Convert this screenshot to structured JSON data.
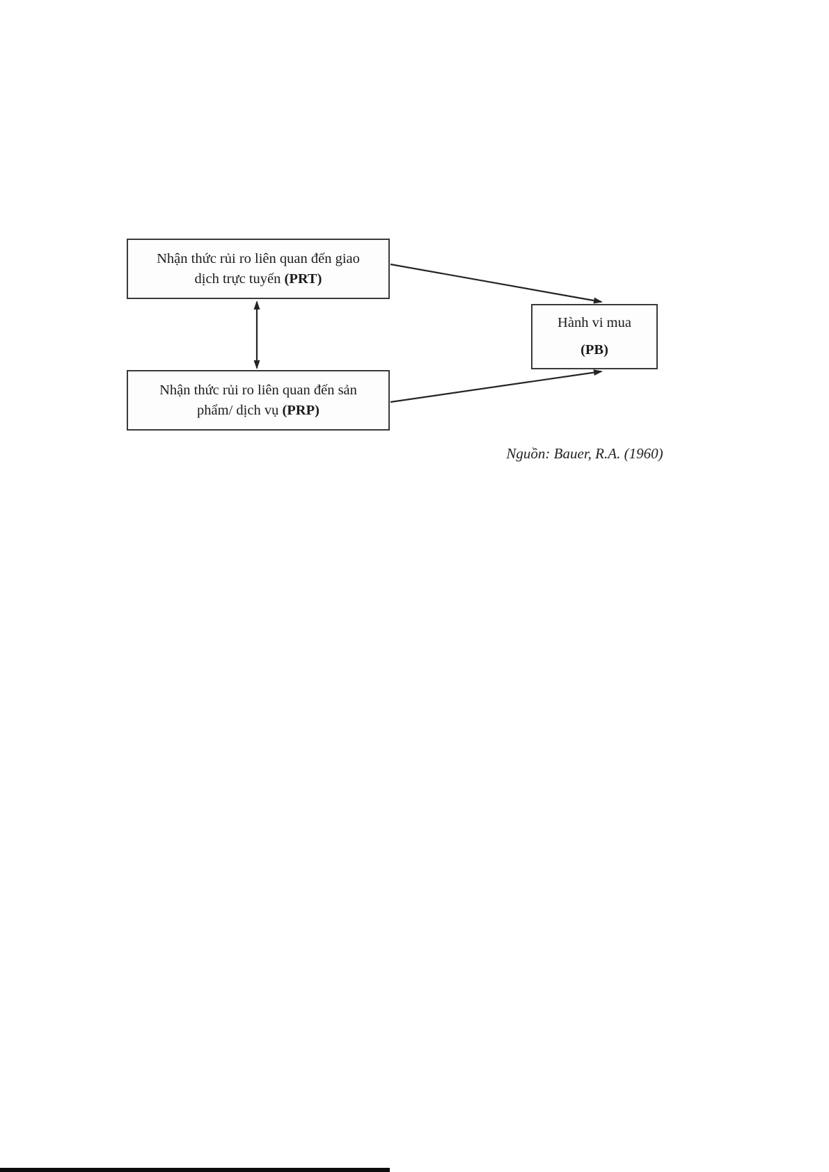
{
  "diagram": {
    "nodes": {
      "prt": {
        "line1": "Nhận thức rủi ro liên quan đến giao",
        "line2_text": "dịch trực tuyến ",
        "line2_code": "(PRT)"
      },
      "prp": {
        "line1": "Nhận thức rủi ro liên quan đến sản",
        "line2_text": "phẩm/ dịch vụ ",
        "line2_code": "(PRP)"
      },
      "pb": {
        "line1": "Hành vi mua",
        "line2_code": "(PB)"
      }
    },
    "edges": [
      {
        "from": "prt",
        "to": "prp",
        "type": "double-arrow"
      },
      {
        "from": "prt",
        "to": "pb",
        "type": "arrow"
      },
      {
        "from": "prp",
        "to": "pb",
        "type": "arrow"
      }
    ],
    "caption": "Nguồn: Bauer, R.A. (1960)"
  },
  "colors": {
    "line": "#242424",
    "border": "#3a3a3a",
    "text": "#1c1c1c",
    "background": "#ffffff"
  }
}
